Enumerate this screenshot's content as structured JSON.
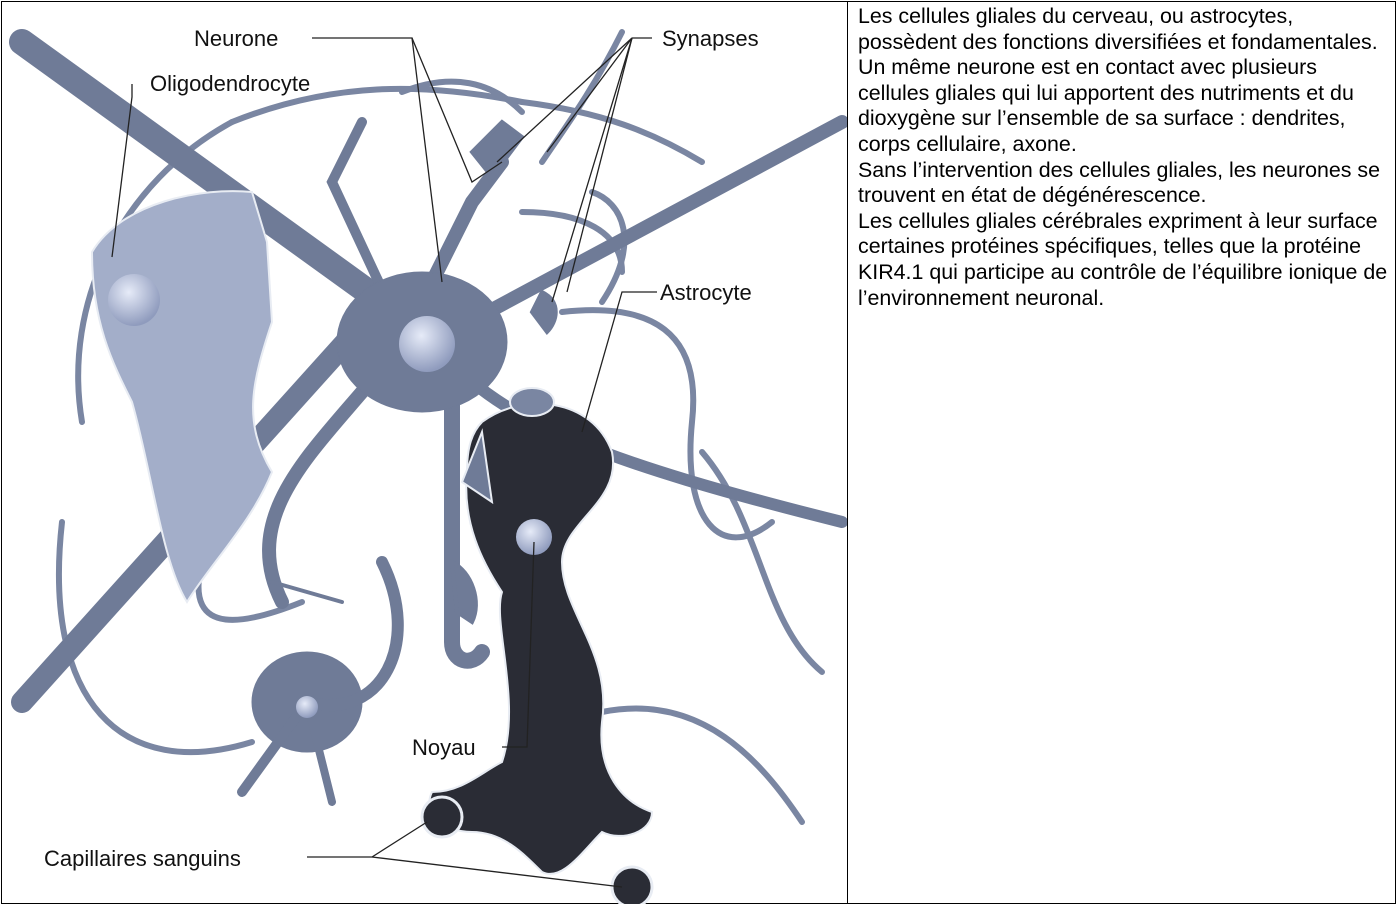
{
  "diagram": {
    "labels": {
      "neurone": "Neurone",
      "synapses": "Synapses",
      "oligodendrocyte": "Oligodendrocyte",
      "astrocyte": "Astrocyte",
      "noyau": "Noyau",
      "capillaires": "Capillaires sanguins"
    },
    "colors": {
      "neuron": "#6f7b97",
      "oligodendrocyte": "#a3aec9",
      "astrocyte": "#2a2c35",
      "nucleus": "#c9d1ea",
      "outline": "#e8ecf3"
    }
  },
  "paragraphs": [
    "Les cellules gliales du cerveau, ou astrocytes, possèdent des fonctions diversifiées et fondamentales. Un même neurone est en contact avec plusieurs cellules gliales qui lui apportent des nutriments et du dioxygène sur l’ensemble de sa surface : dendrites, corps cellulaire, axone.",
    "Sans l’intervention des cellules gliales, les neurones se trouvent en état de dégénérescence.",
    "Les cellules gliales cérébrales expriment à leur surface certaines protéines spécifiques, telles que la protéine KIR4.1 qui participe au contrôle de l’équilibre ionique de l’environnement neuronal."
  ]
}
